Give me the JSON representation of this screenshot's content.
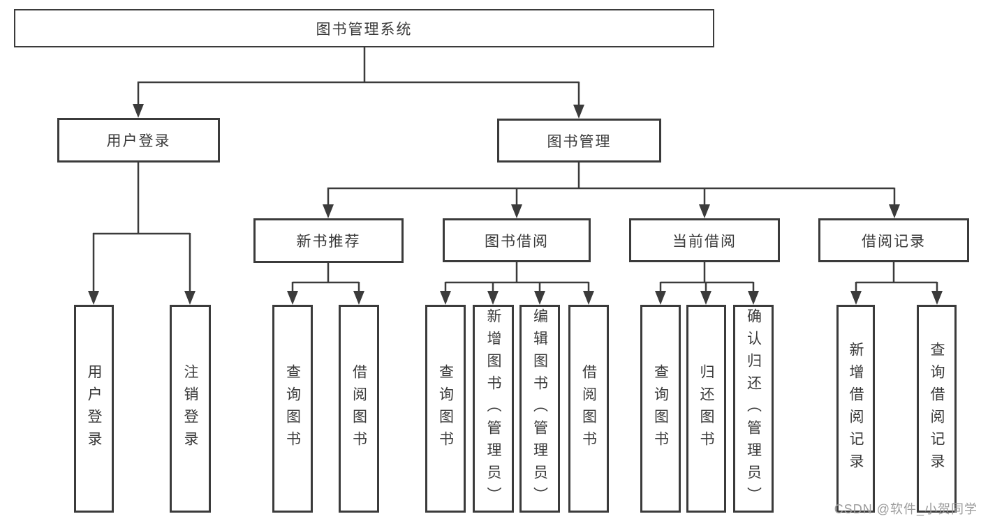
{
  "meta": {
    "watermark": "CSDN @软件_小贺同学"
  },
  "colors": {
    "line": "#3b3b3b",
    "text": "#3a3a3a",
    "node_background": "#ffffff",
    "watermark": "#9b9b9b"
  },
  "tree": {
    "root": {
      "label": "图书管理系统",
      "children": [
        {
          "label": "用户登录",
          "children": [
            {
              "label": "用户登录"
            },
            {
              "label": "注销登录"
            }
          ]
        },
        {
          "label": "图书管理",
          "children": [
            {
              "label": "新书推荐",
              "children": [
                {
                  "label": "查询图书"
                },
                {
                  "label": "借阅图书"
                }
              ]
            },
            {
              "label": "图书借阅",
              "children": [
                {
                  "label": "查询图书"
                },
                {
                  "label": "新增图书（管理员）"
                },
                {
                  "label": "编辑图书（管理员）"
                },
                {
                  "label": "借阅图书"
                }
              ]
            },
            {
              "label": "当前借阅",
              "children": [
                {
                  "label": "查询图书"
                },
                {
                  "label": "归还图书"
                },
                {
                  "label": "确认归还（管理员）"
                }
              ]
            },
            {
              "label": "借阅记录",
              "children": [
                {
                  "label": "新增借阅记录"
                },
                {
                  "label": "查询借阅记录"
                }
              ]
            }
          ]
        }
      ]
    }
  }
}
